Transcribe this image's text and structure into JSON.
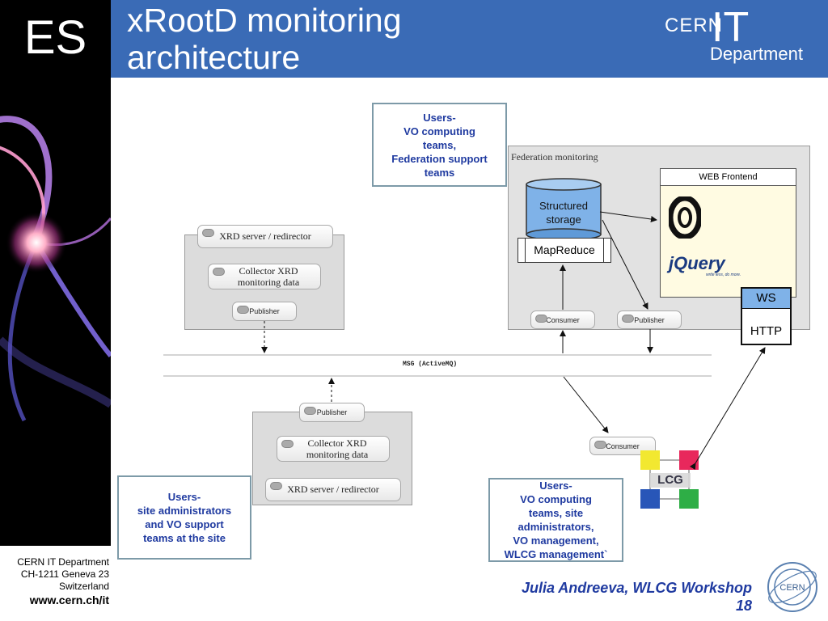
{
  "header": {
    "tag": "ES",
    "title": "xRootD monitoring architecture",
    "logo": {
      "cern": "CERN",
      "it": "IT",
      "department": "Department"
    }
  },
  "diagram": {
    "users_top": [
      "Users-",
      "VO computing",
      "teams,",
      "Federation support",
      "teams"
    ],
    "users_left": [
      "Users-",
      "site administrators",
      "and VO support",
      "teams at the site"
    ],
    "users_right": [
      "Users-",
      "VO computing",
      "teams, site",
      "administrators,",
      "VO management,",
      "WLCG management`"
    ],
    "federation_title": "Federation monitoring",
    "structured_storage": "Structured storage",
    "mapreduce": "MapReduce",
    "web_frontend": "WEB Frontend",
    "jquery": "jQuery",
    "jquery_tagline": "write less, do more.",
    "ws": "WS",
    "http": "HTTP",
    "consumer": "Consumer",
    "publisher": "Publisher",
    "xrd_server": "XRD server / redirector",
    "collector": "Collector XRD monitoring data",
    "msg": "MSG (ActiveMQ)",
    "lcg": "LCG"
  },
  "footer": {
    "line1": "CERN IT Department",
    "line2": "CH-1211 Geneva 23",
    "line3": "Switzerland",
    "www": "www.cern.ch/it",
    "credit": "Julia Andreeva, WLCG Workshop",
    "page": "18"
  },
  "colors": {
    "header_blue": "#3a6bb6",
    "user_text": "#1f3aa0",
    "user_border": "#7d9aa8",
    "panel_gray": "#dcdcdc"
  }
}
